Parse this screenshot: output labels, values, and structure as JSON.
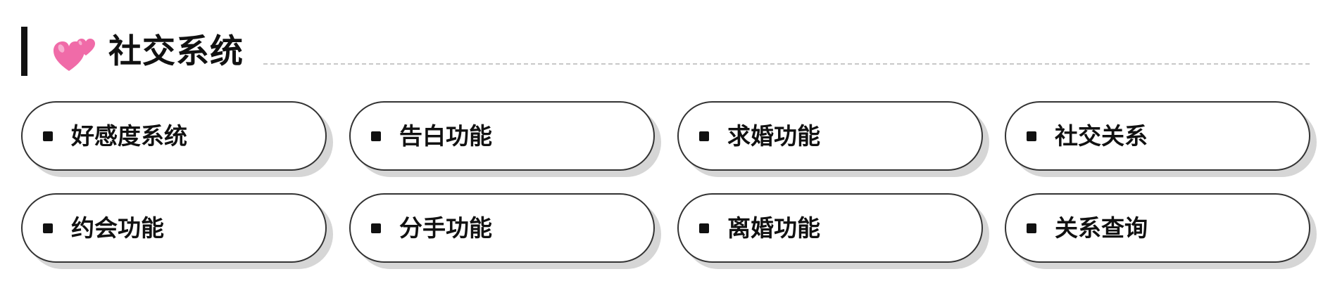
{
  "section": {
    "icon": "two-hearts-icon",
    "title": "社交系统",
    "colors": {
      "text": "#111111",
      "border": "#333333",
      "shadow": "#d6d6d6",
      "rule": "#c8c8c8",
      "heart": "#f06ba8"
    }
  },
  "features": [
    {
      "label": "好感度系统"
    },
    {
      "label": "告白功能"
    },
    {
      "label": "求婚功能"
    },
    {
      "label": "社交关系"
    },
    {
      "label": "约会功能"
    },
    {
      "label": "分手功能"
    },
    {
      "label": "离婚功能"
    },
    {
      "label": "关系查询"
    }
  ]
}
